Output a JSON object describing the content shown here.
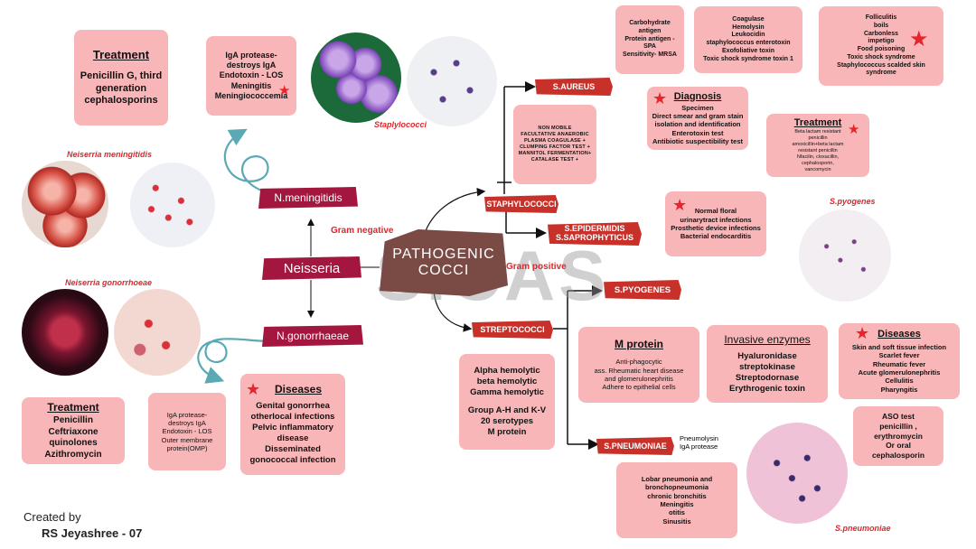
{
  "center": {
    "line1": "PATHOGENIC",
    "line2": "COCCI",
    "watermark": "SICAS"
  },
  "labels": {
    "gram_negative": "Gram negative",
    "gram_positive": "Gram positive"
  },
  "neisseria": {
    "main": "Neisseria",
    "meningitidis_tag": "N.meningitidis",
    "gonorrhaeae_tag": "N.gonorrhaeae",
    "meningitidis_caption": "Neiserria meningitidis",
    "gonorrhoeae_caption": "Neiserria gonorrhoeae",
    "mening_treatment": {
      "title": "Treatment",
      "lines": [
        "Penicillin G, third",
        "generation",
        "cephalosporins"
      ]
    },
    "mening_virulence": {
      "lines": [
        "IgA protease-",
        "destroys IgA",
        "Endotoxin - LOS",
        "Meningitis",
        "Meningiococcemia"
      ]
    },
    "gono_treatment": {
      "title": "Treatment",
      "lines": [
        "Penicillin",
        "Ceftriaxone",
        "quinolones",
        "Azithromycin"
      ]
    },
    "gono_virulence": {
      "lines": [
        "IgA protease-",
        "destroys IgA",
        "Endotoxin - LOS",
        "Outer membrane",
        "protein(OMP)"
      ]
    },
    "gono_diseases": {
      "title": "Diseases",
      "lines": [
        "Genital gonorrhea",
        "otherlocal infections",
        "Pelvic inflammatory",
        "disease",
        "Disseminated",
        "gonococcal infection"
      ]
    }
  },
  "staph": {
    "tag": "STAPHYLOCOCCI",
    "caption": "Staplylococci",
    "aureus_tag": "S.AUREUS",
    "epi_tag_line1": "S.EPIDERMIDIS",
    "epi_tag_line2": "S.SAPROPHYTICUS",
    "tests": {
      "lines": [
        "NON MOBILE",
        "FACULTATIVE ANAEROBIC",
        "PLASMA COAGULASE +",
        "CLUMPING FACTOR TEST +",
        "MANNITOL FERMENTATION+",
        "CATALASE TEST +"
      ]
    },
    "antigens": {
      "lines": [
        "Carbohydrate antigen",
        "Protein antigen - SPA",
        "Sensitivity- MRSA"
      ]
    },
    "toxins": {
      "lines": [
        "Coagulase",
        "Hemolysin",
        "Leukocidin",
        "staphylococcus enterotoxin",
        "Exofoliative toxin",
        "Toxic shock syndrome toxin 1"
      ]
    },
    "diseases": {
      "lines": [
        "Folliculitis",
        "boils",
        "Carbonless",
        "impetigo",
        "Food poisoning",
        "Toxic shock syndrome",
        "Staphylococcus scalded skin",
        "syndrome"
      ]
    },
    "diagnosis": {
      "title": "Diagnosis",
      "lines": [
        "Specimen",
        "Direct smear and gram stain",
        "isolation and identification",
        "Enterotoxin test",
        "Antibiotic suspectibility test"
      ]
    },
    "treatment": {
      "title": "Treatment",
      "lines": [
        "Beta lactam resistant",
        "penicillin",
        "amoxicillin+beta lactam",
        "resistant penicillin",
        "Nfacilin, cloxacillin,",
        "cephalosporin,",
        "vancomycin"
      ]
    },
    "epi_info": {
      "lines": [
        "Normal floral",
        "urinarytract infections",
        "Prosthetic device infections",
        "Bacterial endocarditis"
      ]
    }
  },
  "strep": {
    "tag": "STREPTOCOCCI",
    "pyogenes_tag": "S.PYOGENES",
    "pyogenes_caption": "S.pyogenes",
    "pneumoniae_tag": "S.PNEUMONIAE",
    "pneumoniae_caption": "S.pneumoniae",
    "pneumo_virulence": {
      "lines": [
        "Pneumolysin",
        "IgA protease"
      ]
    },
    "classification": {
      "lines": [
        "Alpha hemolytic",
        "beta hemolytic",
        "Gamma hemolytic",
        "",
        "Group A-H and K-V",
        "20 serotypes",
        "M protein"
      ]
    },
    "m_protein": {
      "title": "M protein",
      "lines": [
        "Anti-phagocytic",
        "ass. Rheumatic heart disease",
        "and glomerulonephritis",
        "Adhere to epithelial cells"
      ]
    },
    "enzymes": {
      "title": "Invasive enzymes",
      "lines": [
        "Hyaluronidase",
        "streptokinase",
        "Streptodornase",
        "Erythrogenic toxin"
      ]
    },
    "diseases": {
      "title": "Diseases",
      "lines": [
        "Skin and soft tissue infection",
        "Scarlet fever",
        "Rheumatic fever",
        "Acute glomerulonephritis",
        "Cellulitis",
        "Pharyngitis"
      ]
    },
    "aso": {
      "lines": [
        "ASO test",
        "penicillin ,",
        "erythromycin",
        "Or oral",
        "cephalosporin"
      ]
    },
    "pneumo_diseases": {
      "lines": [
        "Lobar pneumonia and",
        "bronchopneumonia",
        "chronic bronchitis",
        "Meningitis",
        "otitis",
        "Sinusitis"
      ]
    }
  },
  "credit": {
    "line1": "Created by",
    "line2": "RS Jeyashree - 07"
  },
  "colors": {
    "box": "#f9b6b8",
    "tag_red": "#c8312a",
    "tag_crimson": "#a3163d",
    "center": "#7a4a45",
    "caption_red": "#e0262b"
  }
}
